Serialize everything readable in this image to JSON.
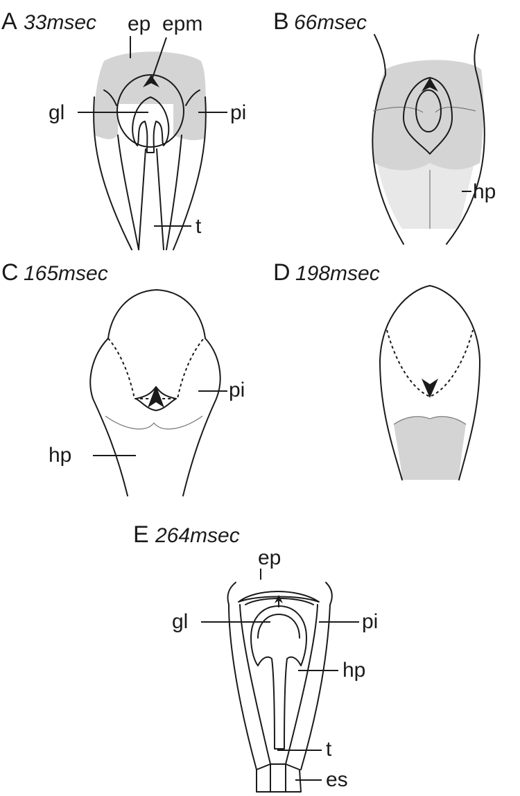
{
  "colors": {
    "ink": "#1a1a1a",
    "tissue_dark": "#d4d4d4",
    "tissue_light": "#e8e8e8",
    "background": "#ffffff"
  },
  "panels": [
    {
      "letter": "A",
      "time": "33msec",
      "labels": {
        "ep": "ep",
        "epm": "epm",
        "gl": "gl",
        "pi": "pi",
        "t": "t"
      }
    },
    {
      "letter": "B",
      "time": "66msec",
      "labels": {
        "hp": "hp"
      }
    },
    {
      "letter": "C",
      "time": "165msec",
      "labels": {
        "pi": "pi",
        "hp": "hp"
      }
    },
    {
      "letter": "D",
      "time": "198msec",
      "labels": {}
    },
    {
      "letter": "E",
      "time": "264msec",
      "labels": {
        "ep": "ep",
        "gl": "gl",
        "pi": "pi",
        "hp": "hp",
        "t": "t",
        "es": "es"
      }
    }
  ]
}
